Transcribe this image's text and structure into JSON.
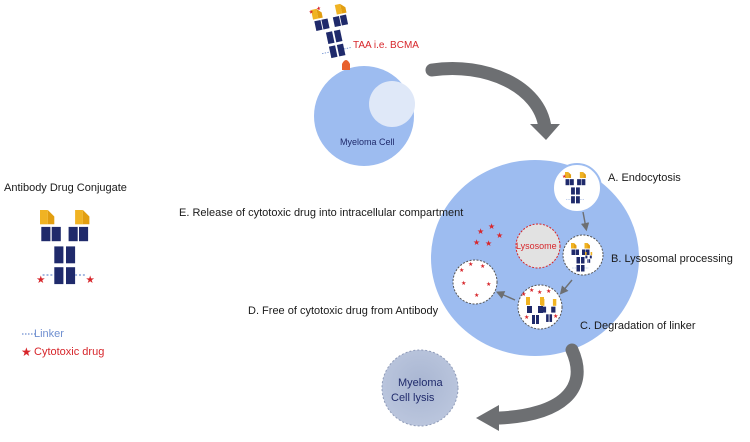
{
  "labels": {
    "adc_title": "Antibody Drug Conjugate",
    "taa": "TAA i.e. BCMA",
    "myeloma_cell_line1": "Myeloma Cell",
    "endocytosis": "A. Endocytosis",
    "release": "E. Release of cytotoxic drug into intracellular compartment",
    "lysosome": "Lysosome",
    "lysosomal_processing": "B. Lysosomal processing",
    "free_drug": "D. Free of cytotoxic drug from Antibody",
    "degradation": "C. Degradation of linker",
    "lysis_line1": "Myeloma",
    "lysis_line2": "Cell lysis",
    "legend_linker": "Linker",
    "legend_drug": "Cytotoxic drug"
  },
  "colors": {
    "cell_fill": "#9dbcf0",
    "nucleus_fill": "#dfe8f8",
    "antibody_navy": "#1f2a6b",
    "antibody_gold": "#f0b323",
    "taa_orange": "#e8612c",
    "drug_red": "#d7262b",
    "arrow_gray": "#6d6f72",
    "linker_blue": "#6f8fd0",
    "lysosome_fill": "#e2e2e2",
    "lysis_fill": "#a9b6d2"
  },
  "icons": [
    "antibody-drug-conjugate-icon",
    "curved-arrow-icon",
    "star-icon",
    "lysosome-icon",
    "vesicle-icon"
  ]
}
